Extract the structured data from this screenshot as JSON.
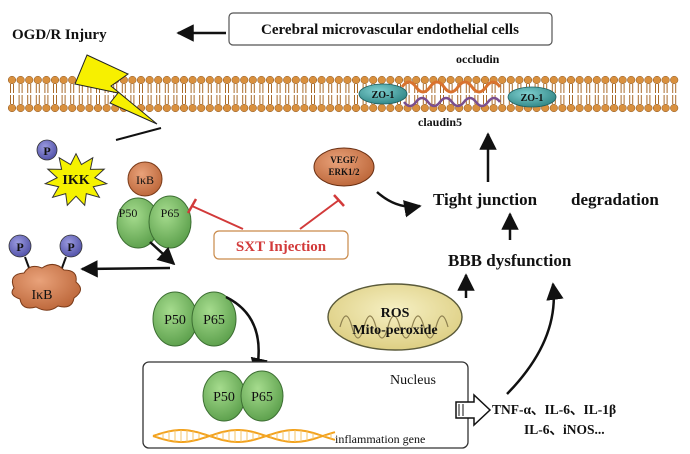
{
  "labels": {
    "injury": "OGD/R Injury",
    "cell_type": "Cerebral microvascular endothelial cells",
    "occludin": "occludin",
    "zo1_left": "ZO-1",
    "zo1_right": "ZO-1",
    "claudin5": "claudin5",
    "ikk": "IKK",
    "p_ikk": "P",
    "ikb_complex": "IκB",
    "p50_complex": "P50",
    "p65_complex": "P65",
    "sxt": "SXT Injection",
    "vegf_line1": "VEGF/",
    "vegf_line2": "ERK1/2",
    "tight_junction": "Tight junction",
    "degradation": "degradation",
    "bbb": "BBB dysfunction",
    "p_ikb_left": "P",
    "p_ikb_right": "P",
    "ikb_free": "IκB",
    "ros_line1": "ROS",
    "ros_line2": "Mito-peroxide",
    "p50_free": "P50",
    "p65_free": "P65",
    "nucleus": "Nucleus",
    "p50_nuc": "P50",
    "p65_nuc": "P65",
    "inflam_gene": "inflammation gene",
    "cytokines_line1": "TNF-α、IL-6、IL-1β",
    "cytokines_line2": "IL-6、iNOS..."
  },
  "colors": {
    "membrane_head": "#d9903e",
    "membrane_tail": "#a86a2a",
    "ikk_yellow": "#f5f200",
    "lightning_yellow": "#f7f000",
    "p_purple": "#6f6fc6",
    "ikb_orange": "#cf7a4b",
    "p50_green": "#7cbf6a",
    "zo1_teal": "#4aa7a7",
    "sxt_red": "#d23a3a",
    "ros_tan": "#ece3a0",
    "dna_orange": "#f2a21e",
    "vegf_brown": "#c96836"
  }
}
